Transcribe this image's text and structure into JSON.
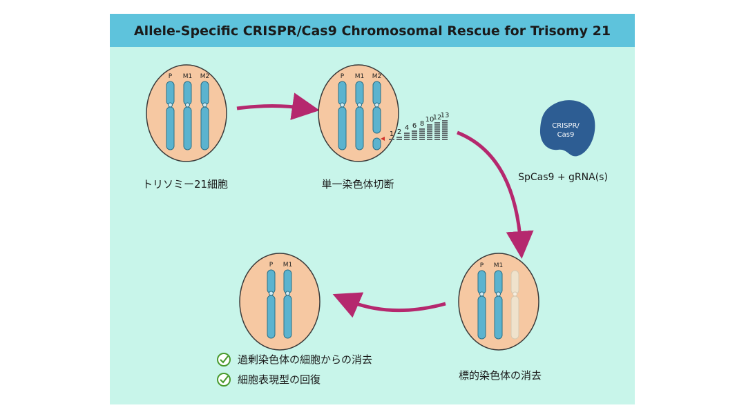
{
  "title": "Allele-Specific CRISPR/Cas9 Chromosomal Rescue for Trisomy 21",
  "colors": {
    "background": "#c8f5ea",
    "title_bar": "#5ec3dc",
    "cell_fill": "#f6c8a2",
    "cell_stroke": "#3a3a3a",
    "chromosome": "#5bb3cf",
    "chromosome_faded": "#efe2cc",
    "arrow": "#b5286e",
    "cas9": "#2d5d93",
    "check": "#4a9a2e"
  },
  "chromosome_labels": [
    "P",
    "M1",
    "M2"
  ],
  "steps": {
    "trisomy_cell": {
      "label": "トリソミー21細胞"
    },
    "single_cut": {
      "label": "単一染色体切断"
    },
    "targeted_removal": {
      "label": "標的染色体の消去"
    }
  },
  "fragment_numbers": [
    "1",
    "2",
    "4",
    "6",
    "8",
    "10",
    "12",
    "13"
  ],
  "cas9": {
    "name_line1": "CRISPR/",
    "name_line2": "Cas9",
    "reagent": "SpCas9 + gRNA(s)"
  },
  "outcomes": [
    {
      "icon": "check-icon",
      "text": "過剰染色体の細胞からの消去"
    },
    {
      "icon": "check-icon",
      "text": "細胞表現型の回復"
    }
  ]
}
